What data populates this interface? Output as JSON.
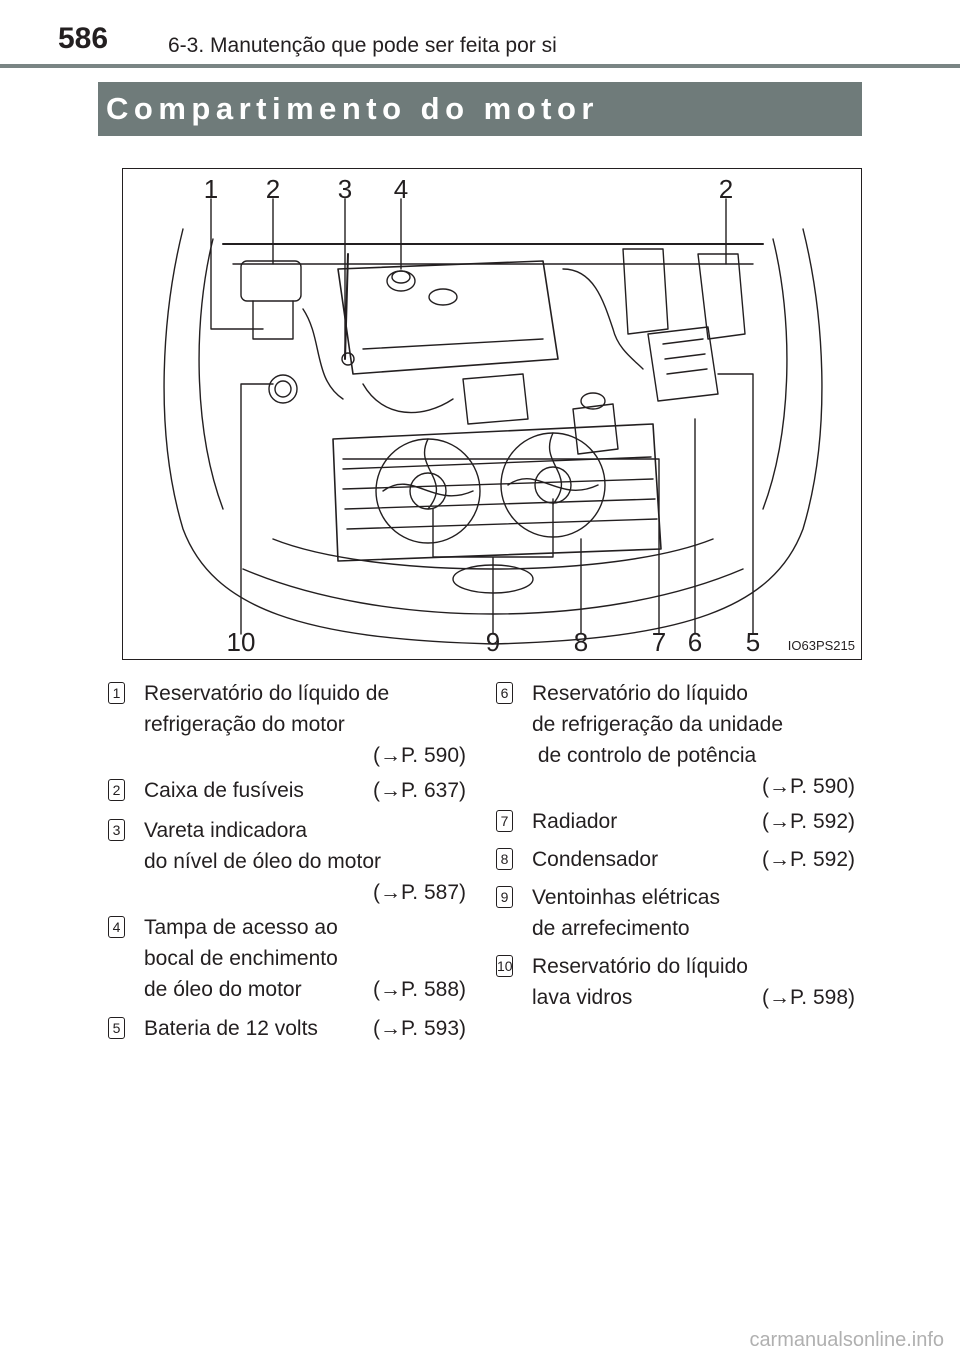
{
  "header": {
    "page_number": "586",
    "section": "6-3. Manutenção que pode ser feita por si"
  },
  "title": "Compartimento do motor",
  "figure": {
    "code": "IO63PS215",
    "callouts": [
      "1",
      "2",
      "3",
      "4",
      "2",
      "10",
      "9",
      "8",
      "7",
      "6",
      "5"
    ]
  },
  "legend": [
    {
      "num": "1",
      "lines": [
        "Reservatório do líquido de",
        "refrigeração do motor"
      ],
      "ref": "(→P. 590)"
    },
    {
      "num": "2",
      "lines": [
        "Caixa de fusíveis"
      ],
      "ref": "(→P. 637)"
    },
    {
      "num": "3",
      "lines": [
        "Vareta indicadora",
        "do nível de óleo do motor"
      ],
      "ref": "(→P. 587)"
    },
    {
      "num": "4",
      "lines": [
        "Tampa de acesso ao",
        "bocal de enchimento",
        "de óleo do motor"
      ],
      "ref": "(→P. 588)"
    },
    {
      "num": "5",
      "lines": [
        "Bateria de 12 volts"
      ],
      "ref": "(→P. 593)"
    },
    {
      "num": "6",
      "lines": [
        "Reservatório do líquido",
        "de refrigeração da unidade",
        " de controlo de potência"
      ],
      "ref": "(→P. 590)"
    },
    {
      "num": "7",
      "lines": [
        "Radiador"
      ],
      "ref": "(→P. 592)"
    },
    {
      "num": "8",
      "lines": [
        "Condensador"
      ],
      "ref": "(→P. 592)"
    },
    {
      "num": "9",
      "lines": [
        "Ventoinhas elétricas",
        "de arrefecimento"
      ],
      "ref": ""
    },
    {
      "num": "10",
      "lines": [
        "Reservatório do líquido",
        "lava vidros"
      ],
      "ref": "(→P. 598)"
    }
  ],
  "watermark": "carmanualsonline.info"
}
